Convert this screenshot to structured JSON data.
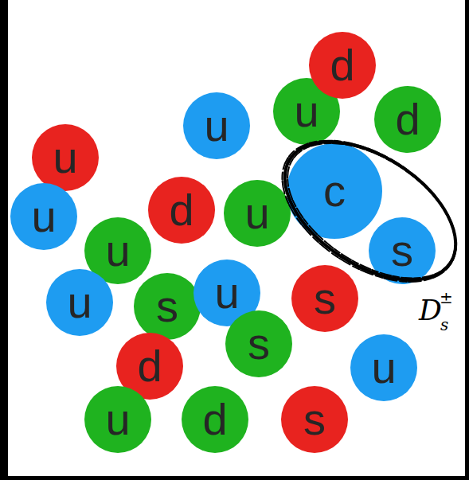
{
  "diagram": {
    "nodes": [
      {
        "text": [
          "d"
        ]
      },
      {
        "text": [
          "u"
        ]
      },
      {
        "text": [
          "u"
        ]
      },
      {
        "text": [
          "d"
        ]
      },
      {
        "text": [
          "u"
        ]
      },
      {
        "text": [
          "c"
        ]
      },
      {
        "text": [
          "u"
        ]
      },
      {
        "text": [
          "d"
        ]
      },
      {
        "text": [
          "u"
        ]
      },
      {
        "text": [
          "s"
        ]
      },
      {
        "text": [
          "u"
        ]
      },
      {
        "text": [
          "s"
        ]
      },
      {
        "text": [
          "u"
        ]
      },
      {
        "text": [
          "s"
        ]
      },
      {
        "text": [
          "u"
        ]
      },
      {
        "text": [
          "s"
        ]
      },
      {
        "text": [
          "d"
        ]
      },
      {
        "text": [
          "u"
        ]
      },
      {
        "text": [
          "u"
        ]
      },
      {
        "text": [
          "d"
        ]
      },
      {
        "text": [
          "s"
        ]
      }
    ],
    "labels": [
      "D",
      "±",
      "s"
    ]
  }
}
